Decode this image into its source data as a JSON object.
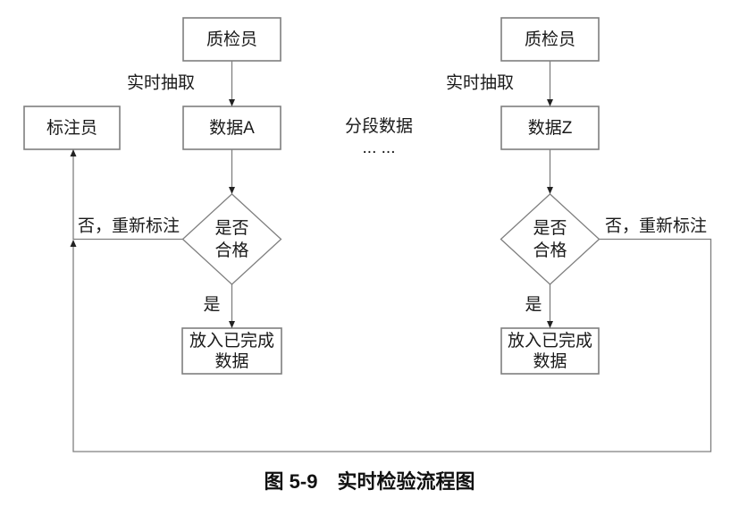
{
  "styles": {
    "background": "#ffffff",
    "line_color": "#7f7f7f",
    "arrow_color": "#222222",
    "text_color": "#1a1a1a"
  },
  "annotator": {
    "label": "标注员"
  },
  "left_flow": {
    "inspector": "质检员",
    "extract": "实时抽取",
    "data": "数据A",
    "decision": [
      "是否",
      "合格"
    ],
    "yes": "是",
    "no": "否，重新标注",
    "done": [
      "放入已完成",
      "数据"
    ]
  },
  "right_flow": {
    "inspector": "质检员",
    "extract": "实时抽取",
    "data": "数据Z",
    "decision": [
      "是否",
      "合格"
    ],
    "yes": "是",
    "no": "否，重新标注",
    "done": [
      "放入已完成",
      "数据"
    ]
  },
  "middle": {
    "label": "分段数据",
    "dots": "... ..."
  },
  "caption": "图 5-9　实时检验流程图"
}
